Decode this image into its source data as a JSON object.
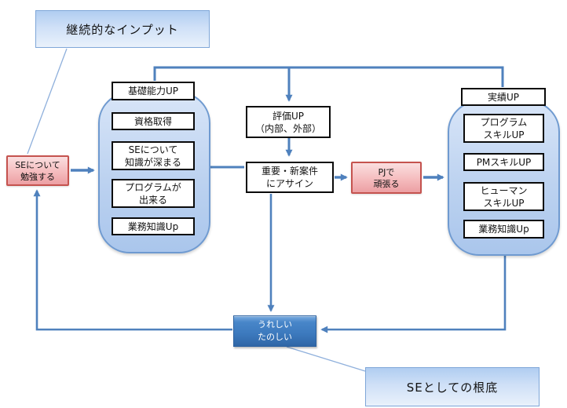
{
  "callouts": {
    "continuous_input": "継続的なインプット",
    "se_foundation": "SEとしての根底"
  },
  "nodes": {
    "study_se": "SEについて\n勉強する",
    "evaluation_up": "評価UP\n（内部、外部）",
    "assign_important": "重要・新案件\nにアサイン",
    "pj_effort": "PJで\n頑張る",
    "happy_fun": "うれしい\nたのしい"
  },
  "groups": {
    "basic_ability": {
      "header": "基礎能力UP",
      "items": [
        "資格取得",
        "SEについて\n知識が深まる",
        "プログラムが\n出来る",
        "業務知識Up"
      ]
    },
    "achievement": {
      "header": "実績UP",
      "items": [
        "プログラム\nスキルUP",
        "PMスキルUP",
        "ヒューマン\nスキルUP",
        "業務知識Up"
      ]
    }
  },
  "colors": {
    "connector": "#4f81bd",
    "callout_line": "#8fb0dc",
    "blue_box_border": "#7ea6d8",
    "blue_box_fill": "#b0cdf1",
    "pink_border": "#c5534f",
    "pink_fill": "#f5bcbe",
    "container_border": "#6f9ad0",
    "container_fill": "#bcd2f0",
    "white_box_border": "#0a0a0a",
    "happy_fill": "#3c79bd",
    "happy_border": "#2e62a0"
  }
}
